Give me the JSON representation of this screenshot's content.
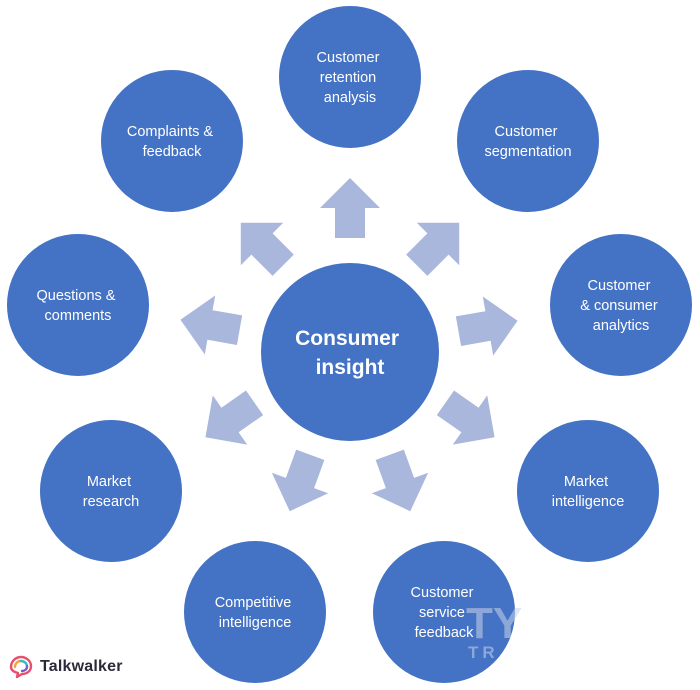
{
  "center": {
    "lines": [
      "Consumer",
      "insight"
    ]
  },
  "nodes": [
    {
      "id": "customer-retention-analysis",
      "lines": [
        "Customer",
        "retention",
        "analysis"
      ]
    },
    {
      "id": "customer-segmentation",
      "lines": [
        "Customer",
        "segmentation"
      ]
    },
    {
      "id": "customer-consumer-analytics",
      "lines": [
        "Customer",
        "& consumer",
        "analytics"
      ]
    },
    {
      "id": "market-intelligence",
      "lines": [
        "Market",
        "intelligence"
      ]
    },
    {
      "id": "customer-service-feedback",
      "lines": [
        "Customer",
        "service",
        "feedback"
      ]
    },
    {
      "id": "competitive-intelligence",
      "lines": [
        "Competitive",
        "intelligence"
      ]
    },
    {
      "id": "market-research",
      "lines": [
        "Market",
        "research"
      ]
    },
    {
      "id": "questions-comments",
      "lines": [
        "Questions &",
        "comments"
      ]
    },
    {
      "id": "complaints-feedback",
      "lines": [
        "Complaints &",
        "feedback"
      ]
    }
  ],
  "brand": {
    "name": "Talkwalker",
    "logo_icon": "talkwalker-logo-icon"
  },
  "watermark": {
    "text_large": "TY",
    "text_small": "TR"
  },
  "colors": {
    "node_fill": "#4472c4",
    "node_stroke": "#ffffff",
    "arrow_fill": "#a9b7dc",
    "label_text": "#ffffff",
    "brand_text": "#2b2a3a"
  }
}
